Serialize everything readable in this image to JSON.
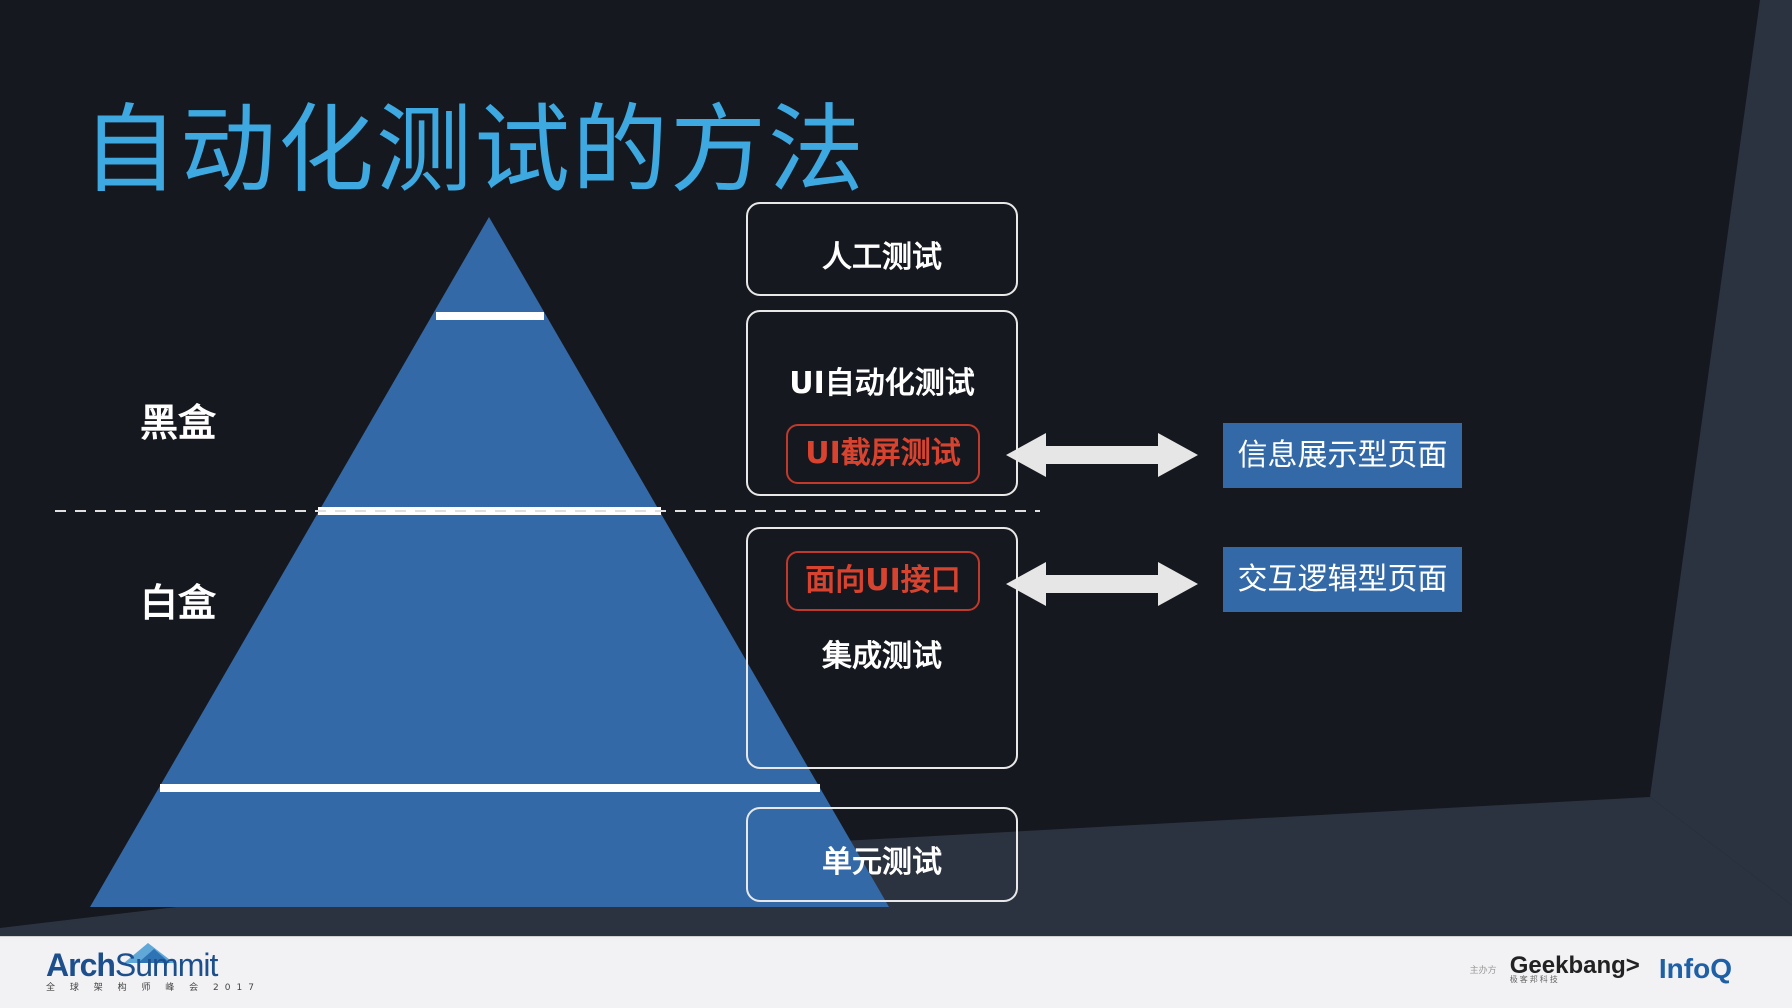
{
  "title": "自动化测试的方法",
  "labels": {
    "black_box": "黑盒",
    "white_box": "白盒"
  },
  "layers": {
    "manual": "人工测试",
    "ui_auto": "UI自动化测试",
    "ui_screenshot": "UI截屏测试",
    "ui_interface": "面向UI接口",
    "integration": "集成测试",
    "unit": "单元测试"
  },
  "page_types": {
    "info_display": "信息展示型页面",
    "interaction_logic": "交互逻辑型页面"
  },
  "footer": {
    "brand_arch": "Arch",
    "brand_summit": "Summit",
    "brand_sub": "全 球 架 构 师 峰 会 2017",
    "organizer_label": "主办方",
    "geekbang": "Geekbang>",
    "geekbang_sub": "极客邦科技",
    "infoq": "InfoQ"
  },
  "colors": {
    "title": "#3ea8e0",
    "pyramid": "#3469a8",
    "highlight_red": "#d7432f",
    "background": "#16181f"
  }
}
